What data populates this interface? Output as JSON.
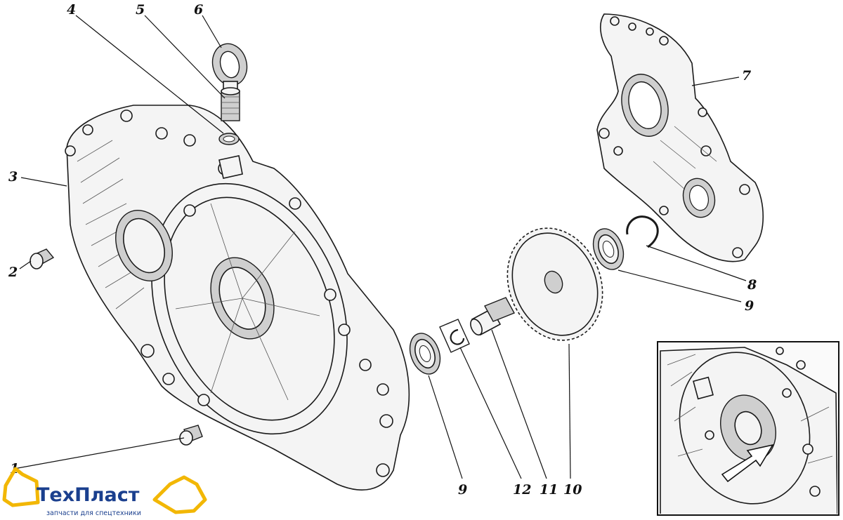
{
  "callouts": {
    "c1": "1",
    "c2": "2",
    "c3": "3",
    "c4": "4",
    "c5": "5",
    "c6": "6",
    "c7": "7",
    "c8": "8",
    "c9a": "9",
    "c9b": "9",
    "c10": "10",
    "c11": "11",
    "c12": "12"
  },
  "brand": {
    "name": "ТехПласт",
    "tagline": "запчасти для спецтехники",
    "accent_color": "#f2b705",
    "text_color": "#1a3f8e"
  },
  "inset": {
    "icon": "arrow-indicator-icon"
  }
}
